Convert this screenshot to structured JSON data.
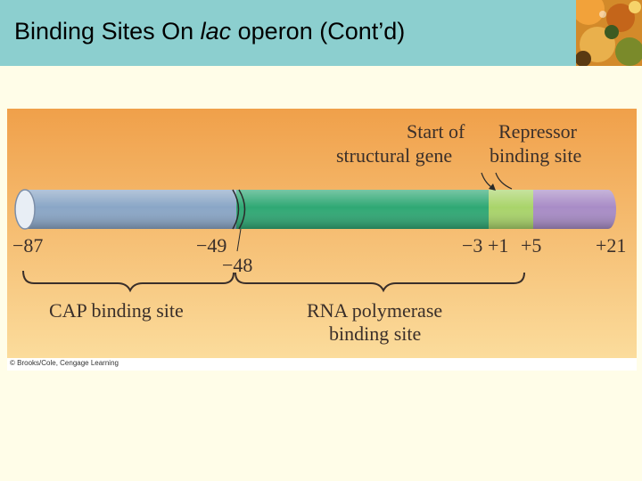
{
  "slide": {
    "title_prefix": "Binding Sites On ",
    "title_italic": "lac",
    "title_suffix": " operon (Cont’d)"
  },
  "figure": {
    "labels": {
      "start_of": "Start of",
      "structural_gene": "structural gene",
      "repressor": "Repressor",
      "binding_site": "binding site",
      "cap_binding_site": "CAP binding site",
      "rna_polymerase": "RNA polymerase",
      "rna_binding_site": "binding site"
    },
    "positions": {
      "p_minus87": "−87",
      "p_minus49": "−49",
      "p_minus48": "−48",
      "p_minus3": "−3",
      "p_plus1": "+1",
      "p_plus5": "+5",
      "p_plus21": "+21"
    },
    "colors": {
      "cap_region": "#8aa6c6",
      "rna_polymerase_region": "#2fa874",
      "start_region": "#a9d46a",
      "repressor_region": "#a88cc6",
      "background_top": "#f0a04a",
      "background_bottom": "#fbdc9c"
    },
    "credit": "© Brooks/Cole, Cengage Learning"
  }
}
